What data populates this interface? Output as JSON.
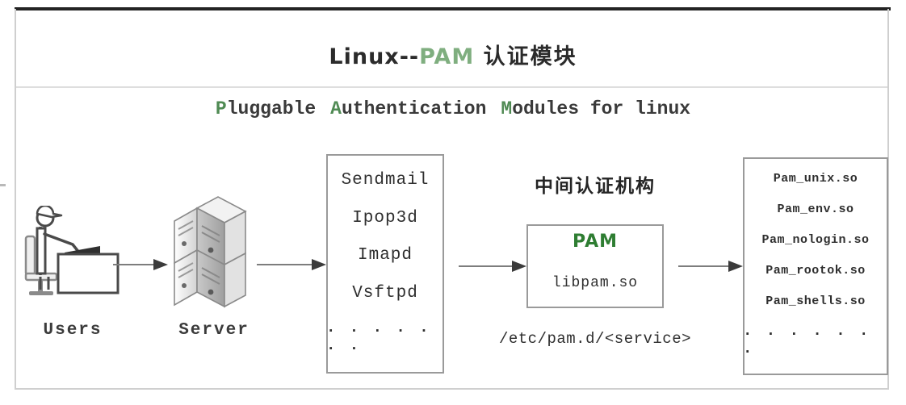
{
  "header": {
    "title_prefix": "Linux--",
    "title_accent": "PAM",
    "title_suffix": "认证模块",
    "subtitle_words": [
      "Pluggable",
      "Authentication",
      "Modules for linux"
    ],
    "accent_color": "#7fae7f"
  },
  "actors": {
    "users_label": "Users",
    "users_icon": "person-at-desk-icon",
    "server_label": "Server",
    "server_icon": "server-rack-icon"
  },
  "services": {
    "items": [
      "Sendmail",
      "Ipop3d",
      "Imapd",
      "Vsftpd"
    ],
    "ellipsis": "· · · · · · ·"
  },
  "pam": {
    "heading": "中间认证机构",
    "name": "PAM",
    "name_color": "#2e7d32",
    "library": "libpam.so",
    "config_path": "/etc/pam.d/<service>"
  },
  "modules": {
    "items": [
      "Pam_unix.so",
      "Pam_env.so",
      "Pam_nologin.so",
      "Pam_rootok.so",
      "Pam_shells.so"
    ],
    "ellipsis": "· · · · · · ·"
  },
  "flow": {
    "arrows": [
      "users-to-server",
      "server-to-services",
      "services-to-pam",
      "pam-to-modules"
    ],
    "arrow_color": "#7d7d7d"
  }
}
